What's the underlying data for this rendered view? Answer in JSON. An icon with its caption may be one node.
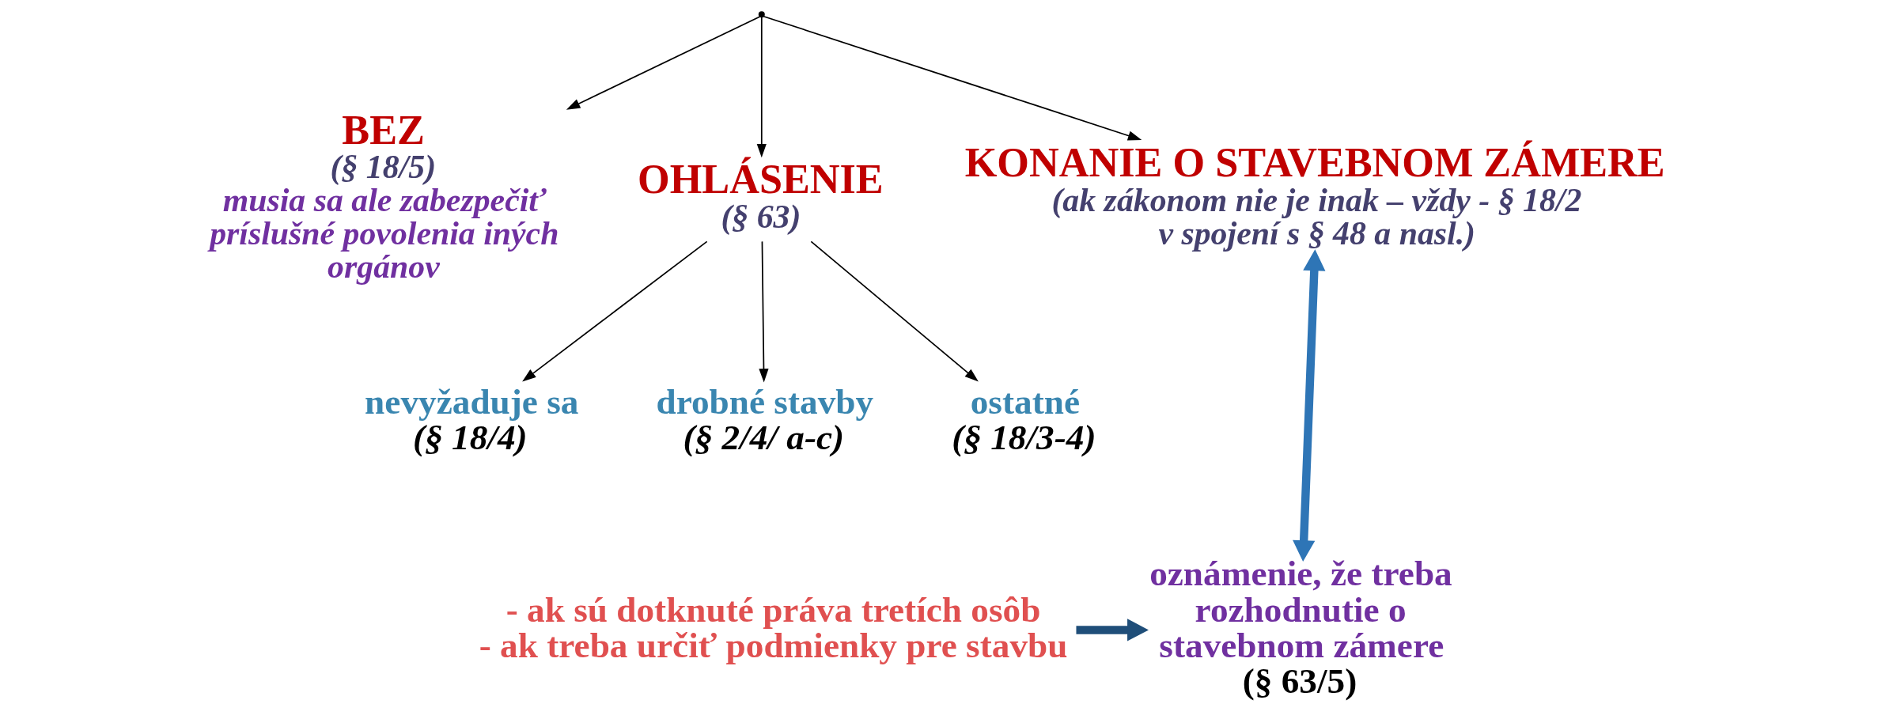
{
  "diagram": {
    "nodes": [
      {
        "text": [],
        "shape": "point"
      },
      {
        "text": [
          "BEZ",
          "(§ 18/5)",
          "musia sa ale zabezpečiť príslušné povolenia iných orgánov"
        ]
      },
      {
        "text": [
          "OHLÁSENIE",
          "(§ 63)"
        ]
      },
      {
        "text": [
          "KONANIE O STAVEBNOM ZÁMERE",
          "(ak zákonom nie je inak – vždy - § 18/2 v spojení s § 48 a nasl.)"
        ]
      },
      {
        "text": [
          "nevyžaduje sa",
          "(§ 18/4)"
        ]
      },
      {
        "text": [
          "drobné stavby",
          "(§ 2/4/ a-c)"
        ]
      },
      {
        "text": [
          "ostatné",
          "(§ 18/3-4)"
        ]
      },
      {
        "text": [
          "- ak sú dotknuté práva tretích osôb",
          "- ak treba určiť podmienky pre stavbu"
        ]
      },
      {
        "text": [
          "oznámenie, že treba rozhodnutie o stavebnom zámere",
          "(§ 63/5)"
        ]
      }
    ],
    "edges": [
      {
        "from": 0,
        "to": 1,
        "arrow": "to"
      },
      {
        "from": 0,
        "to": 2,
        "arrow": "to"
      },
      {
        "from": 0,
        "to": 3,
        "arrow": "to"
      },
      {
        "from": 2,
        "to": 4,
        "arrow": "to"
      },
      {
        "from": 2,
        "to": 5,
        "arrow": "to"
      },
      {
        "from": 2,
        "to": 6,
        "arrow": "to"
      },
      {
        "from": 3,
        "to": 8,
        "arrow": "both",
        "style": "thick",
        "color": "#2e75b6"
      },
      {
        "from": 7,
        "to": 8,
        "arrow": "to",
        "style": "thick",
        "color": "#1f4e79"
      }
    ]
  }
}
